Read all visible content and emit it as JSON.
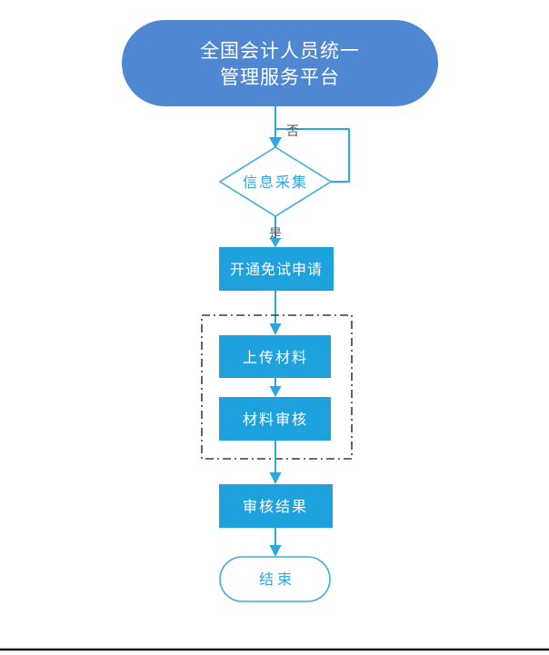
{
  "diagram": {
    "type": "flowchart",
    "nodes": {
      "start": {
        "shape": "terminator",
        "line1": "全国会计人员统一",
        "line2": "管理服务平台"
      },
      "decision": {
        "shape": "diamond",
        "label": "信息采集"
      },
      "apply": {
        "shape": "process",
        "label": "开通免试申请"
      },
      "upload": {
        "shape": "process",
        "label": "上传材料"
      },
      "review": {
        "shape": "process",
        "label": "材料审核"
      },
      "result": {
        "shape": "process",
        "label": "审核结果"
      },
      "end": {
        "shape": "terminator",
        "label": "结束"
      }
    },
    "edge_labels": {
      "no": "否",
      "yes": "是"
    },
    "colors": {
      "start_fill": "#5087d3",
      "process_fill": "#1ea2dd",
      "connector": "#2ea7e0",
      "shape_outline": "#3bade2",
      "edge_label_text": "#555555",
      "dashed_container": "#3c3c3c",
      "bottom_rule": "#111111"
    }
  }
}
